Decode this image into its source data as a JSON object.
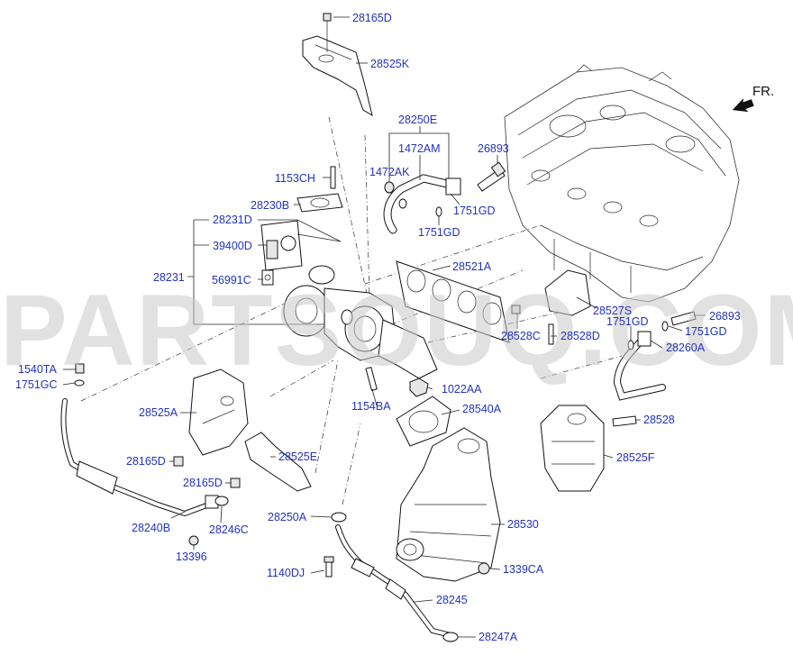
{
  "watermark": "PARTSOUQ.COM",
  "direction_label": "FR.",
  "labels": {
    "p28165D_top": "28165D",
    "p28525K": "28525K",
    "p28250E": "28250E",
    "p1472AM": "1472AM",
    "p1472AK": "1472AK",
    "p26893_top": "26893",
    "p1153CH": "1153CH",
    "p1751GD_a": "1751GD",
    "p1751GD_b": "1751GD",
    "p28230B": "28230B",
    "p28231D": "28231D",
    "p39400D": "39400D",
    "p28231": "28231",
    "p56991C": "56991C",
    "p28521A": "28521A",
    "p28527S": "28527S",
    "p1751GD_c": "1751GD",
    "p26893_right": "26893",
    "p1751GD_d": "1751GD",
    "p28528C": "28528C",
    "p28528D": "28528D",
    "p28260A": "28260A",
    "p1540TA": "1540TA",
    "p1751GC": "1751GC",
    "p1022AA": "1022AA",
    "p28525A": "28525A",
    "p1154BA": "1154BA",
    "p28540A": "28540A",
    "p28528": "28528",
    "p28165D_mid": "28165D",
    "p28525E": "28525E",
    "p28525F": "28525F",
    "p28165D_low": "28165D",
    "p28250A": "28250A",
    "p28530": "28530",
    "p28240B": "28240B",
    "p28246C": "28246C",
    "p13396": "13396",
    "p1339CA": "1339CA",
    "p1140DJ": "1140DJ",
    "p28245": "28245",
    "p28247A": "28247A"
  }
}
